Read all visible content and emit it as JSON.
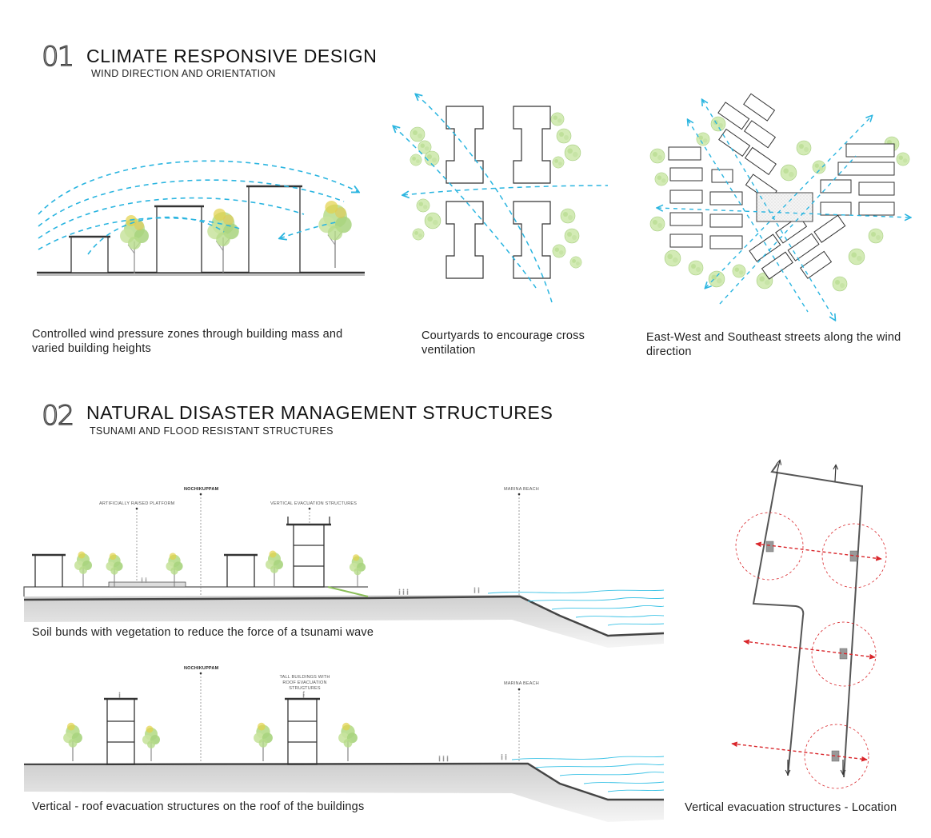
{
  "section1": {
    "number": "01",
    "title": "CLIMATE RESPONSIVE DESIGN",
    "subtitle": "WIND DIRECTION AND ORIENTATION",
    "captions": {
      "mass": "Controlled wind pressure zones through building mass and varied building heights",
      "courtyards": "Courtyards to encourage cross ventilation",
      "streets": "East-West and Southeast streets along the wind direction"
    }
  },
  "section2": {
    "number": "02",
    "title": "NATURAL DISASTER MANAGEMENT STRUCTURES",
    "subtitle": "TSUNAMI AND FLOOD RESISTANT STRUCTURES",
    "section_a": {
      "labels": {
        "platform": "ARTIFICIALLY RAISED PLATFORM",
        "nochikuppam": "NOCHIKUPPAM",
        "vertical": "VERTICAL EVACUATION STRUCTURES",
        "marina": "MARINA BEACH"
      },
      "caption": "Soil bunds with vegetation to reduce the force of a tsunami wave"
    },
    "section_b": {
      "labels": {
        "nochikuppam": "NOCHIKUPPAM",
        "tall": "TALL BUILDINGS WITH ROOF EVACUATION STRUCTURES",
        "marina": "MARINA BEACH"
      },
      "caption": "Vertical - roof evacuation structures on the roof of the buildings"
    },
    "location_caption": "Vertical evacuation structures - Location"
  },
  "colors": {
    "wind": "#2bb5e0",
    "tree_green": "#b6dc8a",
    "tree_yellow": "#e2d24a",
    "evac_red": "#d9262b",
    "water": "#3cc3e6",
    "ground": "#d0d0d0"
  },
  "icons": [
    "wind-arrow-icon",
    "tree-icon",
    "person-icon",
    "evacuation-arrow-icon"
  ]
}
